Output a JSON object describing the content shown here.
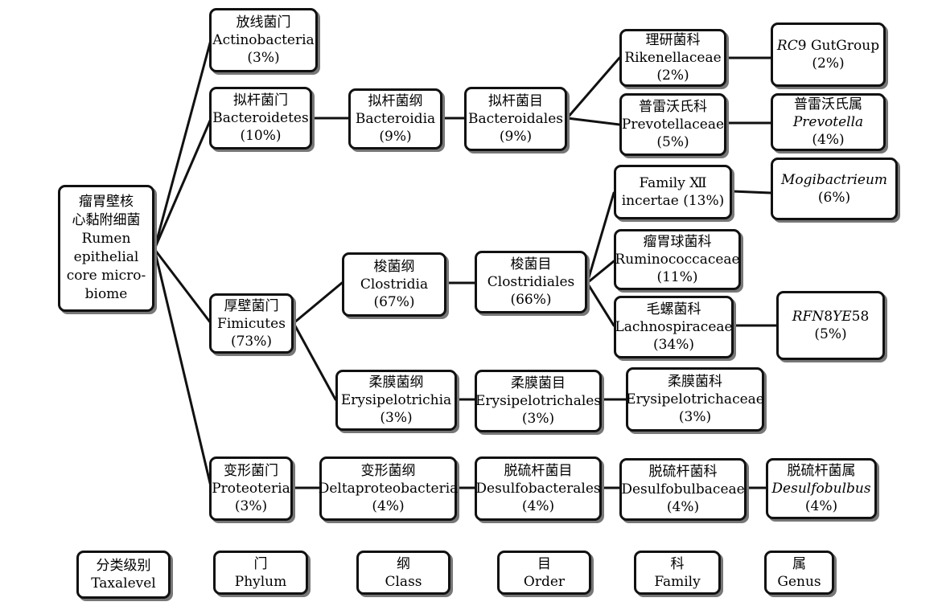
{
  "root": {
    "line1": "瘤胃壁核",
    "line2": "心黏附细菌",
    "line3": "Rumen",
    "line4": "epithelial",
    "line5": "core micro-",
    "line6": "biome"
  },
  "phylum": {
    "actinobacteria": {
      "cn": "放线菌门",
      "en": "Actinobacteria",
      "pct": "(3%)"
    },
    "bacteroidetes": {
      "cn": "拟杆菌门",
      "en": "Bacteroidetes",
      "pct": "(10%)"
    },
    "fimicutes": {
      "cn": "厚壁菌门",
      "en": "Fimicutes",
      "pct": "(73%)"
    },
    "proteoteria": {
      "cn": "变形菌门",
      "en": "Proteoteria",
      "pct": "(3%)"
    }
  },
  "class": {
    "bacteroidia": {
      "cn": "拟杆菌纲",
      "en": "Bacteroidia",
      "pct": "(9%)"
    },
    "clostridia": {
      "cn": "梭菌纲",
      "en": "Clostridia",
      "pct": "(67%)"
    },
    "erysipelotrichia": {
      "cn": "柔膜菌纲",
      "en": "Erysipelotrichia",
      "pct": "(3%)"
    },
    "deltaproteobacteria": {
      "cn": "变形菌纲",
      "en": "Deltaproteobacteria",
      "pct": "(4%)"
    }
  },
  "order": {
    "bacteroidales": {
      "cn": "拟杆菌目",
      "en": "Bacteroidales",
      "pct": "(9%)"
    },
    "clostridiales": {
      "cn": "梭菌目",
      "en": "Clostridiales",
      "pct": "(66%)"
    },
    "erysipelotrichales": {
      "cn": "柔膜菌目",
      "en": "Erysipelotrichales",
      "pct": "(3%)"
    },
    "desulfobacterales": {
      "cn": "脱硫杆菌目",
      "en": "Desulfobacterales",
      "pct": "(4%)"
    }
  },
  "family": {
    "rikenellaceae": {
      "cn": "理研菌科",
      "en": "Rikenellaceae",
      "pct": "(2%)"
    },
    "prevotellaceae": {
      "cn": "普雷沃氏科",
      "en": "Prevotellaceae",
      "pct": "(5%)"
    },
    "family_xiii": {
      "line1": "Family Ⅻ",
      "line2": "incertae (13%)"
    },
    "ruminococcaceae": {
      "cn": "瘤胃球菌科",
      "en": "Ruminococcaceae",
      "pct": "(11%)"
    },
    "lachnospiraceae": {
      "cn": "毛螺菌科",
      "en": "Lachnospiraceae",
      "pct": "(34%)"
    },
    "erysipelotrichaceae": {
      "cn": "柔膜菌科",
      "en": "Erysipelotrichaceae",
      "pct": "(3%)"
    },
    "desulfobulbaceae": {
      "cn": "脱硫杆菌科",
      "en": "Desulfobulbaceae",
      "pct": "(4%)"
    }
  },
  "genus": {
    "rc9": {
      "name_italic": "RC",
      "name_rest": "9 GutGroup",
      "pct": "(2%)"
    },
    "prevotella": {
      "cn": "普雷沃氏属",
      "en": "Prevotella",
      "pct": "(4%)"
    },
    "mogibactrieum": {
      "en": "Mogibactrieum",
      "pct": "(6%)"
    },
    "rfn8ye58": {
      "p1": "RFN",
      "p2": "8",
      "p3": "YE",
      "p4": "58",
      "pct": "(5%)"
    },
    "desulfobulbus": {
      "cn": "脱硫杆菌属",
      "en": "Desulfobulbus",
      "pct": "(4%)"
    }
  },
  "legend": {
    "taxalevel": {
      "cn": "分类级别",
      "en": "Taxalevel"
    },
    "phylum": {
      "cn": "门",
      "en": "Phylum"
    },
    "class": {
      "cn": "纲",
      "en": "Class"
    },
    "order": {
      "cn": "目",
      "en": "Order"
    },
    "family": {
      "cn": "科",
      "en": "Family"
    },
    "genus": {
      "cn": "属",
      "en": "Genus"
    }
  }
}
